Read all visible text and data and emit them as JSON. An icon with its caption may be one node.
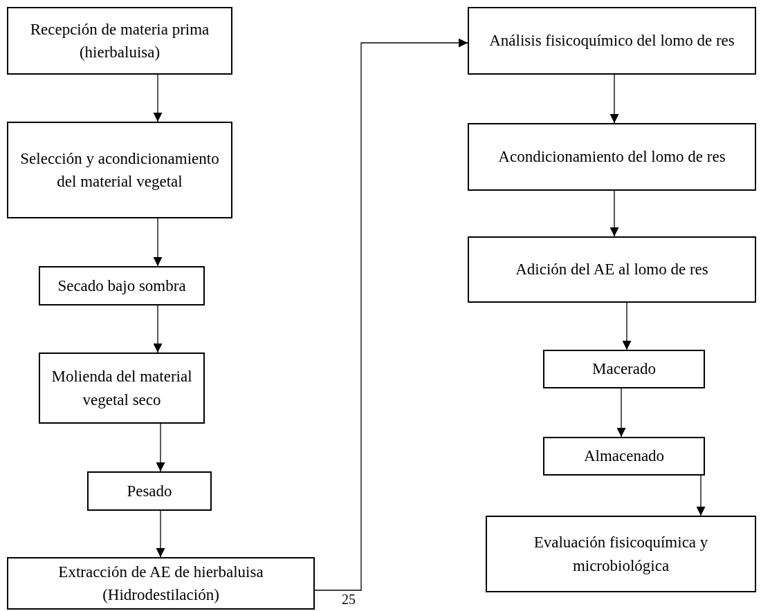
{
  "diagram": {
    "nodes": [
      {
        "text": [
          "Recepción de materia prima (hierbaluisa)"
        ]
      },
      {
        "text": [
          "Selección y acondicionamiento del material vegetal"
        ]
      },
      {
        "text": [
          "Secado bajo sombra"
        ]
      },
      {
        "text": [
          "Molienda del material vegetal seco"
        ]
      },
      {
        "text": [
          "Pesado"
        ]
      },
      {
        "text": [
          "Extracción de AE de hierbaluisa (Hidrodestilación)"
        ]
      },
      {
        "text": [
          "Análisis fisicoquímico del lomo de res"
        ]
      },
      {
        "text": [
          "Acondicionamiento del lomo de res"
        ]
      },
      {
        "text": [
          "Adición del AE al lomo de res"
        ]
      },
      {
        "text": [
          "Macerado"
        ]
      },
      {
        "text": [
          "Almacenado"
        ]
      },
      {
        "text": [
          "Evaluación fisicoquímica y microbiológica"
        ]
      }
    ],
    "edges": [
      {
        "from": 0,
        "to": 1,
        "arrow": "to"
      },
      {
        "from": 1,
        "to": 2,
        "arrow": "to"
      },
      {
        "from": 2,
        "to": 3,
        "arrow": "to"
      },
      {
        "from": 3,
        "to": 4,
        "arrow": "to"
      },
      {
        "from": 4,
        "to": 5,
        "arrow": "to"
      },
      {
        "from": 5,
        "to": 6,
        "arrow": "to"
      },
      {
        "from": 6,
        "to": 7,
        "arrow": "to"
      },
      {
        "from": 7,
        "to": 8,
        "arrow": "to"
      },
      {
        "from": 8,
        "to": 9,
        "arrow": "to"
      },
      {
        "from": 9,
        "to": 10,
        "arrow": "to"
      },
      {
        "from": 10,
        "to": 11,
        "arrow": "to"
      }
    ],
    "labels": [
      "25"
    ]
  }
}
